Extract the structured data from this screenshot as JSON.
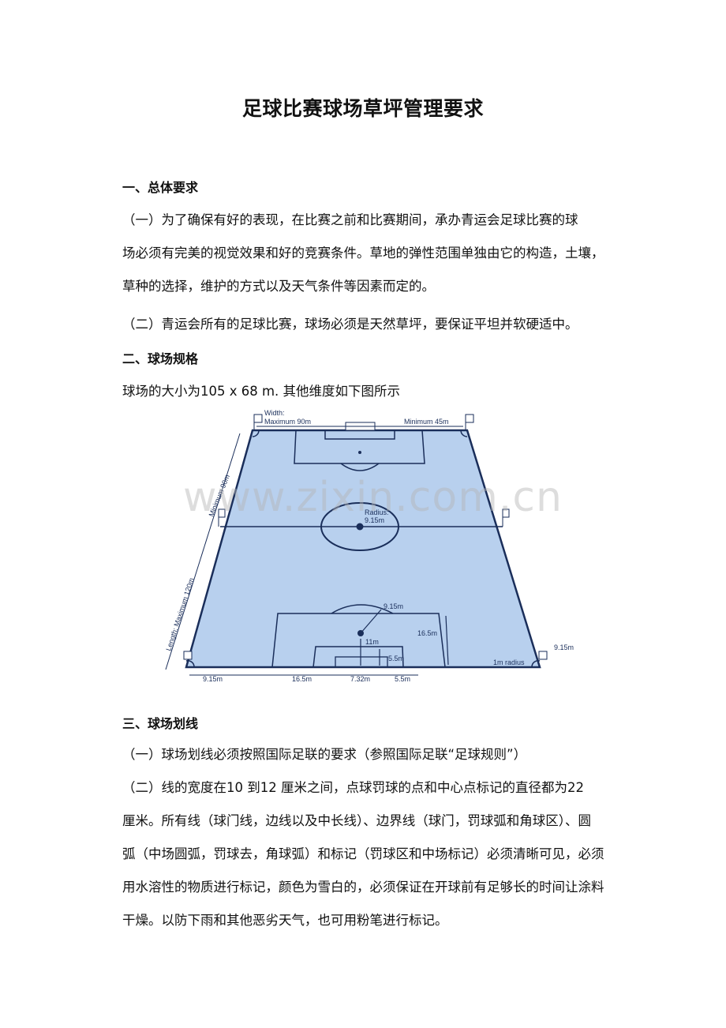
{
  "document": {
    "title": "足球比赛球场草坪管理要求",
    "sections": [
      {
        "heading": "一、总体要求",
        "paragraphs": [
          {
            "lines": [
              "（一）为了确保有好的表现，在比赛之前和比赛期间，承办青运会足球比赛的球",
              "场必须有完美的视觉效果和好的竞赛条件。草地的弹性范围单独由它的构造，土壤，",
              "草种的选择，维护的方式以及天气条件等因素而定的。"
            ]
          },
          {
            "lines": [
              "（二）青运会所有的足球比赛，球场必须是天然草坪，要保证平坦并软硬适中。"
            ]
          }
        ]
      },
      {
        "heading": "二、球场规格",
        "paragraphs": [
          {
            "lines": [
              "球场的大小为105 x 68 m. 其他维度如下图所示"
            ]
          }
        ]
      },
      {
        "heading": "三、球场划线",
        "paragraphs": [
          {
            "lines": [
              "（一）球场划线必须按照国际足联的要求（参照国际足联“足球规则”）"
            ]
          },
          {
            "lines": [
              "（二）线的宽度在10  到12  厘米之间，点球罚球的点和中心点标记的直径都为22",
              "厘米。所有线（球门线，边线以及中长线）、边界线（球门，罚球弧和角球区）、圆",
              "弧（中场圆弧，罚球去，角球弧）和标记（罚球区和中场标记）必须清晰可见，必须",
              "用水溶性的物质进行标记，颜色为雪白的，必须保证在开球前有足够长的时间让涂料",
              "干燥。以防下雨和其他恶劣天气，也可用粉笔进行标记。"
            ]
          }
        ]
      }
    ]
  },
  "diagram": {
    "field_color": "#b8d0ee",
    "line_color": "#1a2e5a",
    "labels": {
      "width_label_1": "Width:",
      "width_label_2": "Maximum 90m",
      "width_min": "Minimum 45m",
      "length_min": "Minimum 90m",
      "length_max": "Length: Maximum 120m",
      "center_radius_1": "Radius:",
      "center_radius_2": "9.15m",
      "penalty_arc": "9.15m",
      "penalty_spot": "11m",
      "penalty_area_depth": "16.5m",
      "goal_area_depth": "5.5m",
      "corner_radius": "1m radius",
      "corner_distance": "9.15m",
      "bottom_corner_mark": "9.15m",
      "bottom_penalty_width": "16.5m",
      "bottom_goal_width": "7.32m",
      "bottom_goal_area_width": "5.5m"
    }
  },
  "watermark": "www.zixin.com.cn"
}
